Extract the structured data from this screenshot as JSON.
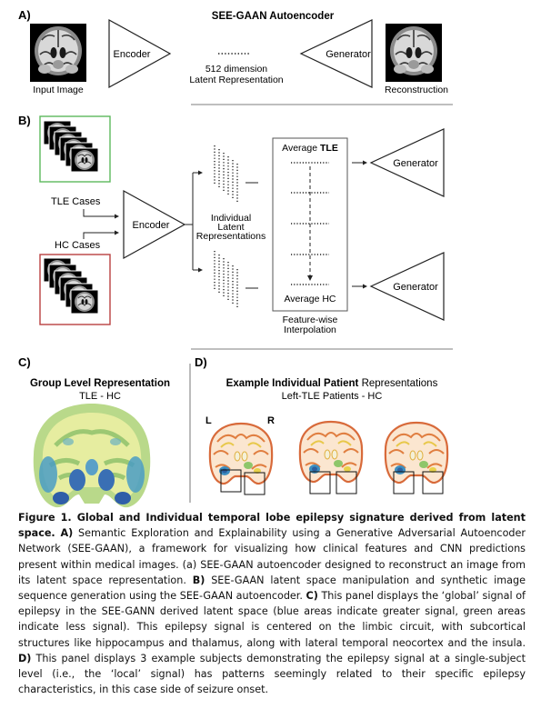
{
  "panelA": {
    "label": "A)",
    "title": "SEE-GAAN Autoencoder",
    "input_label": "Input Image",
    "encoder_label": "Encoder",
    "latent_line1": "512 dimension",
    "latent_line2": "Latent Representation",
    "generator_label": "Generator",
    "output_label": "Reconstruction"
  },
  "panelB": {
    "label": "B)",
    "tle_cases": "TLE  Cases",
    "hc_cases": "HC Cases",
    "encoder_label": "Encoder",
    "individual_line1": "Individual",
    "individual_line2": "Latent",
    "individual_line3": "Representations",
    "avg_tle_prefix": "Average ",
    "avg_tle_bold": "TLE",
    "avg_hc": "Average HC",
    "interp_line1": "Feature-wise",
    "interp_line2": "Interpolation",
    "generator_top": "Generator",
    "generator_bottom": "Generator",
    "colors": {
      "tle_frame": "#5cb85c",
      "hc_frame": "#b94040"
    }
  },
  "panelC": {
    "label": "C)",
    "title": "Group Level Representation",
    "subtitle": "TLE - HC"
  },
  "panelD": {
    "label": "D)",
    "title_bold": "Example Individual Patient",
    "title_rest": " Representations",
    "subtitle": "Left-TLE Patients - HC",
    "left_marker": "L",
    "right_marker": "R"
  },
  "caption": {
    "title": "Figure 1. Global and Individual temporal lobe epilepsy signature derived from latent space.",
    "a_label": "A)",
    "a_text": " Semantic Exploration and Explainability using a Generative Adversarial Autoencoder Network (SEE-GAAN), a framework for visualizing how clinical features and CNN predictions present within medical images. (a) SEE-GAAN autoencoder designed to reconstruct an image from its latent space representation.",
    "b_label": "B)",
    "b_text": " SEE-GAAN latent space manipulation and synthetic image sequence generation using the SEE-GAAN autoencoder.",
    "c_label": "C)",
    "c_text": " This panel displays the ‘global’ signal of epilepsy in the SEE-GANN derived latent space (blue areas indicate greater signal, green areas indicate less signal). This epilepsy signal is centered on the limbic circuit, with subcortical structures like hippocampus and thalamus, along with lateral temporal neocortex and the insula.",
    "d_label": "D)",
    "d_text": " This panel displays 3 example subjects demonstrating the epilepsy signal at a single-subject level (i.e., the ‘local’ signal) has patterns seemingly related to their specific epilepsy characteristics, in this case side of seizure onset."
  }
}
